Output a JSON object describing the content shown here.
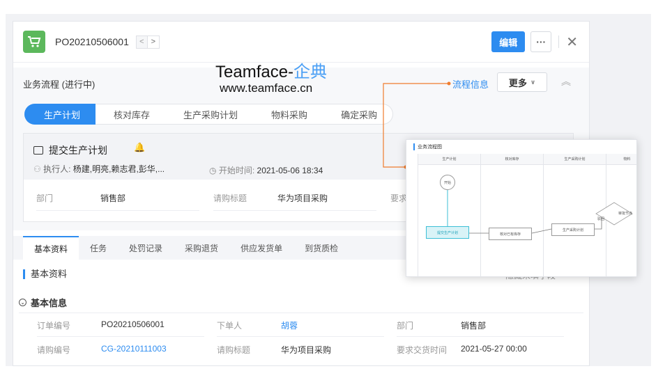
{
  "header": {
    "order_no": "PO20210506001",
    "prev_arrow": "<",
    "next_arrow": ">",
    "edit_label": "编辑",
    "more_label": "···",
    "close_label": "✕"
  },
  "watermark": {
    "brand": "Teamface-",
    "brand_cn": "企典",
    "url": "www.teamface.cn"
  },
  "process": {
    "title": "业务流程 (进行中)",
    "flow_info_label": "流程信息",
    "more_label": "更多",
    "collapse_label": "︽",
    "steps": [
      "生产计划",
      "核对库存",
      "生产采购计划",
      "物料采购",
      "确定采购"
    ]
  },
  "task": {
    "title": "提交生产计划",
    "exec_label": "执行人:",
    "exec_value": "杨建,明亮,赖志君,彭华,...",
    "start_label": "开始时间:",
    "start_value": "2021-05-06 18:34",
    "fields": [
      {
        "label": "部门",
        "value": "销售部"
      },
      {
        "label": "请购标题",
        "value": "华为项目采购"
      },
      {
        "label": "要求",
        "value": ""
      }
    ]
  },
  "tabs": [
    "基本资料",
    "任务",
    "处罚记录",
    "采购退货",
    "供应发货单",
    "到货质检"
  ],
  "basic": {
    "block_title": "基本资料",
    "info_title": "基本信息",
    "rows": [
      [
        {
          "label": "订单编号",
          "value": "PO20210506001",
          "link": false
        },
        {
          "label": "下单人",
          "value": "胡蓉",
          "link": true
        },
        {
          "label": "部门",
          "value": "销售部",
          "link": false
        }
      ],
      [
        {
          "label": "请购编号",
          "value": "CG-20210111003",
          "link": true
        },
        {
          "label": "请购标题",
          "value": "华为项目采购",
          "link": false
        },
        {
          "label": "要求交货时间",
          "value": "2021-05-27 00:00",
          "link": false
        }
      ]
    ],
    "hidden_hint": "隐藏未填字段"
  },
  "diagram": {
    "title": "业务流程图",
    "columns": [
      "生产计划",
      "核对库存",
      "生产采购计划",
      "物料"
    ],
    "nodes": {
      "start": "开始",
      "submit": "提交生产计划",
      "check": "核对已有库存",
      "purchase": "生产采购计划",
      "back": "驳回",
      "approve": "审批节点"
    }
  },
  "colors": {
    "accent": "#2d8cf0",
    "cart": "#5cb85c",
    "connector": "#f07c2d"
  }
}
